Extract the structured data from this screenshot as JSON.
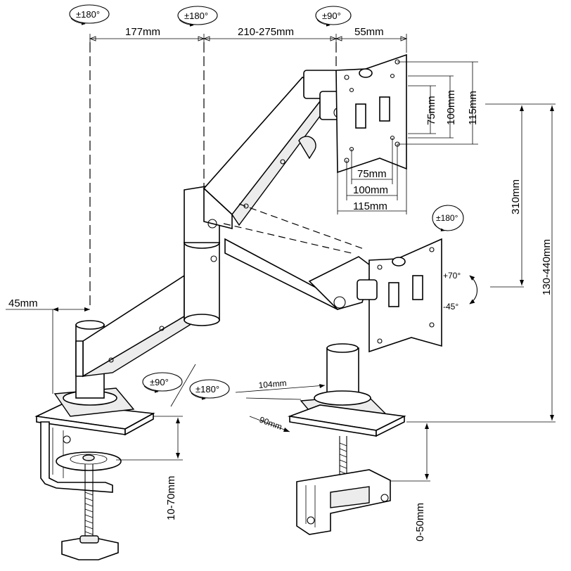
{
  "dimensions": {
    "d_177": "177mm",
    "d_210_275": "210-275mm",
    "d_55": "55mm",
    "d_45": "45mm",
    "vesa_v75": "75mm",
    "vesa_v100": "100mm",
    "vesa_v115": "115mm",
    "vesa_h75": "75mm",
    "vesa_h100": "100mm",
    "vesa_h115": "115mm",
    "d_310": "310mm",
    "d_130_440": "130-440mm",
    "d_104": "104mm",
    "d_90": "90mm",
    "d_10_70": "10-70mm",
    "d_0_50": "0-50mm"
  },
  "rotations": {
    "r1": "±180°",
    "r2": "±180°",
    "r3": "±90°",
    "r4": "±180°",
    "r5": "±90°",
    "r6": "±180°",
    "tilt_up": "+70°",
    "tilt_down": "-45°"
  }
}
